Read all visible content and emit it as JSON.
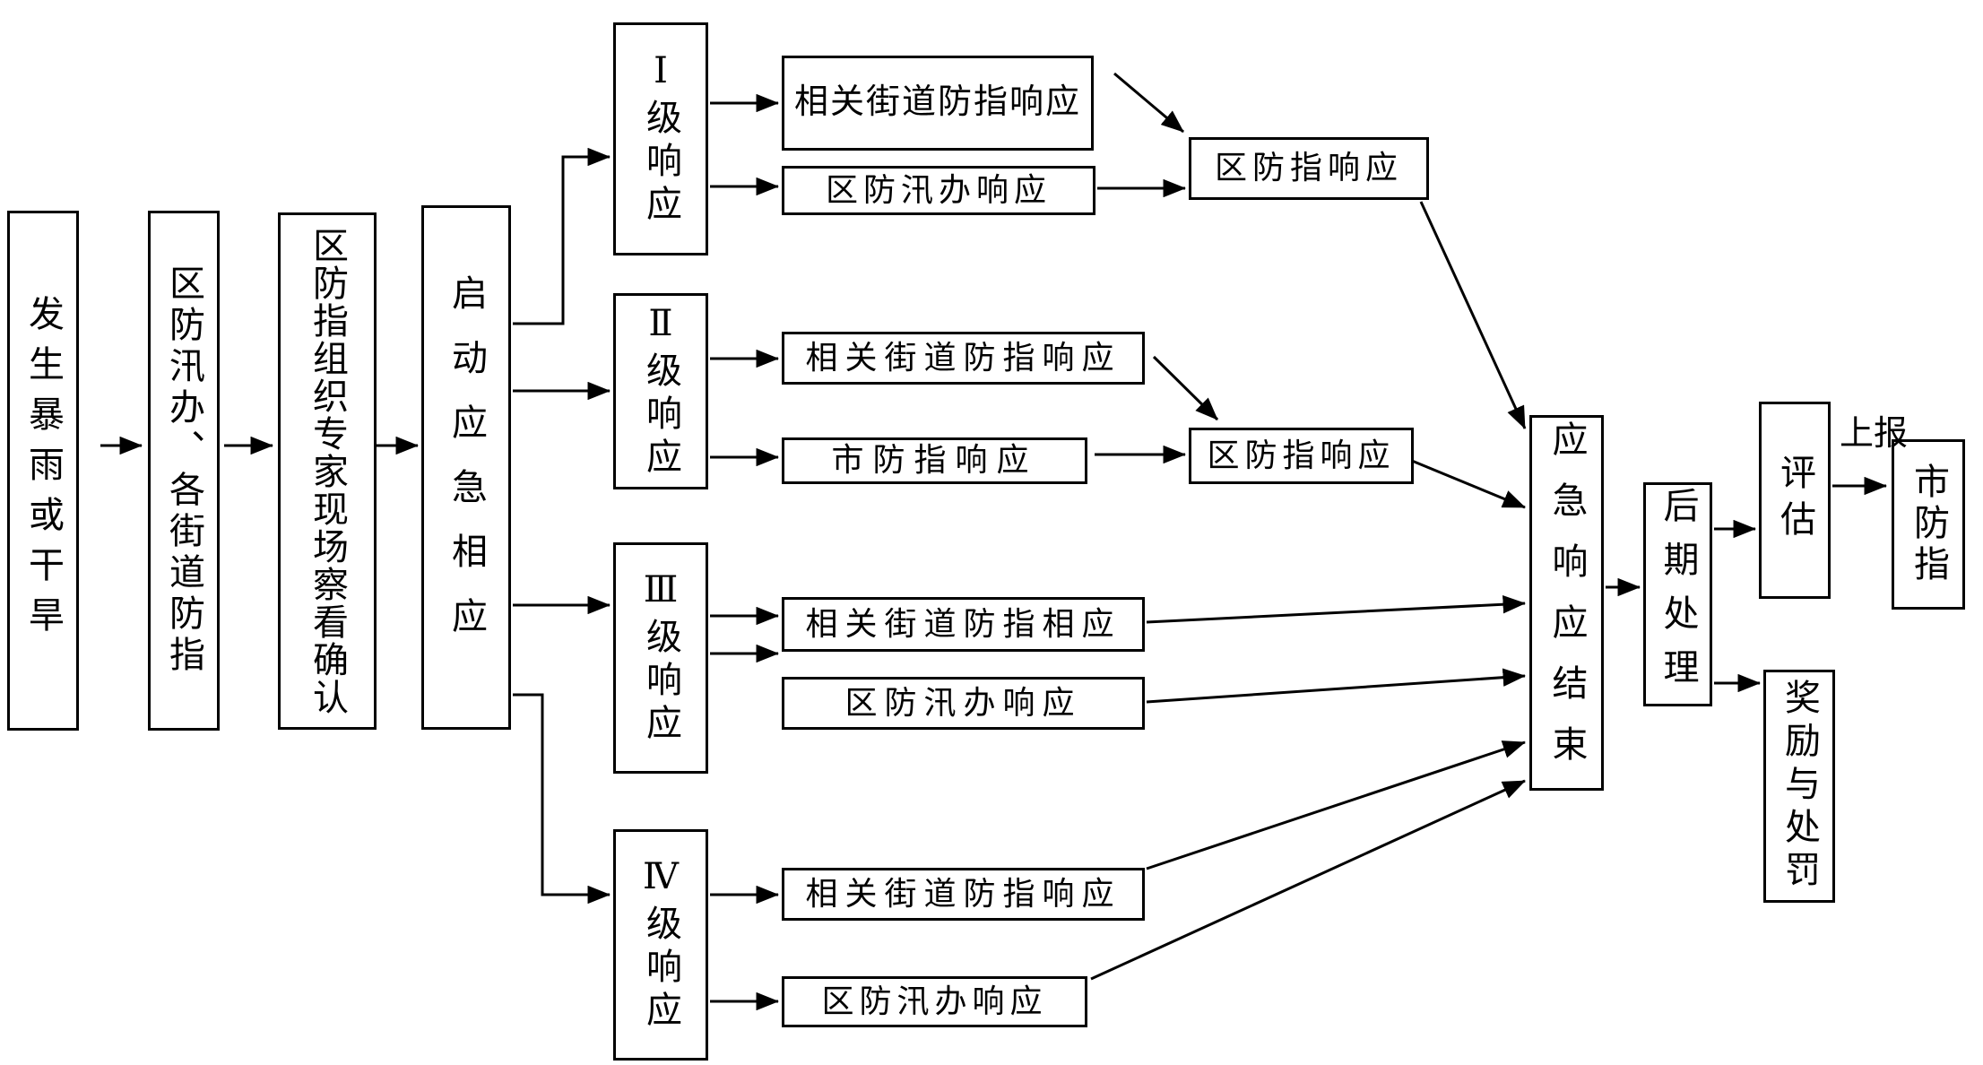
{
  "colors": {
    "background": "#ffffff",
    "line": "#000000",
    "box_fill": "#ffffff",
    "box_border": "#000000",
    "text": "#000000"
  },
  "nodes": {
    "storm": {
      "label": "发生暴雨或干旱"
    },
    "district_office_street_hq": {
      "label": "区防汛办、各街道防指"
    },
    "expert_confirm": {
      "label": "区防指组织专家现场察看确认"
    },
    "start_response": {
      "label": "启动应急相应"
    },
    "level1": {
      "label": "Ⅰ级响应"
    },
    "level2": {
      "label": "Ⅱ级响应"
    },
    "level3": {
      "label": "Ⅲ级响应"
    },
    "level4": {
      "label": "Ⅳ级响应"
    },
    "l1_street": {
      "label": "相关街道防指响应"
    },
    "l1_office": {
      "label": "区防汛办响应"
    },
    "district_hq_upper": {
      "label": "区防指响应"
    },
    "l2_street": {
      "label": "相关街道防指响应"
    },
    "l2_city": {
      "label": "市防指响应"
    },
    "district_hq_lower": {
      "label": "区防指响应"
    },
    "l3_street": {
      "label": "相关街道防指相应"
    },
    "l3_office": {
      "label": "区防汛办响应"
    },
    "l4_street": {
      "label": "相关街道防指响应"
    },
    "l4_office": {
      "label": "区防汛办响应"
    },
    "end_response": {
      "label": "应急响应结束"
    },
    "post_processing": {
      "label": "后期处理"
    },
    "evaluation": {
      "label": "评估"
    },
    "city_hq": {
      "label": "市防指"
    },
    "reward": {
      "label": "奖励与处罚"
    }
  },
  "annotations": {
    "report_up": "上报"
  }
}
